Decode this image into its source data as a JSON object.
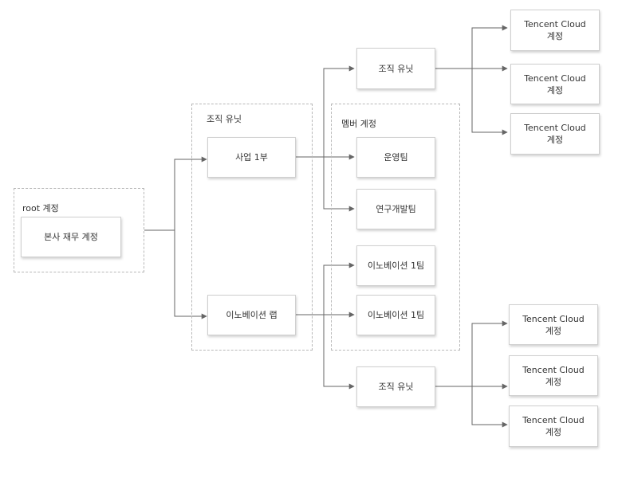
{
  "groups": {
    "root": {
      "label": "root 계정"
    },
    "org_unit": {
      "label": "조직 유닛"
    },
    "member": {
      "label": "멤버 계정"
    }
  },
  "nodes": {
    "hq_finance": "본사 재무 계정",
    "biz_div1": "사업 1부",
    "innovation_lab": "이노베이션 랩",
    "org_unit_top": "조직 유닛",
    "ops_team": "운영팀",
    "rnd_team": "연구개발팀",
    "innov_team_a": "이노베이션 1팀",
    "innov_team_b": "이노베이션 1팀",
    "org_unit_bottom": "조직 유닛",
    "cloud_1": "Tencent Cloud\n계정",
    "cloud_2": "Tencent Cloud\n계정",
    "cloud_3": "Tencent Cloud\n계정",
    "cloud_4": "Tencent Cloud\n계정",
    "cloud_5": "Tencent Cloud\n계정",
    "cloud_6": "Tencent Cloud\n계정"
  },
  "colors": {
    "line": "#666666",
    "dash": "#b8b8b8",
    "box_border": "#cfcfcf"
  }
}
